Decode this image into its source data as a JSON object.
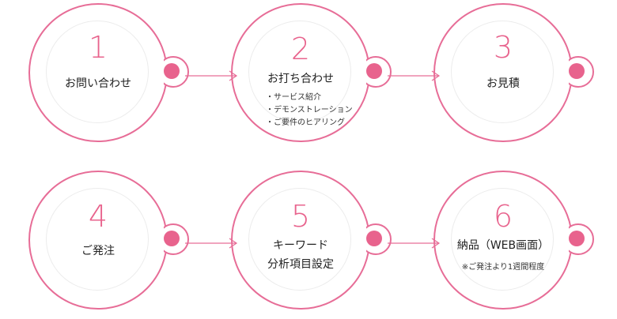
{
  "colors": {
    "accent": "#e8638d",
    "ring": "#e76d97",
    "inner_ring": "#ececec",
    "text": "#222222"
  },
  "steps": [
    {
      "number": "1",
      "title": "お問い合わせ"
    },
    {
      "number": "2",
      "title": "お打ち合わせ",
      "bullets": [
        "サービス紹介",
        "デモンストレーション",
        "ご要件のヒアリング"
      ]
    },
    {
      "number": "3",
      "title": "お見積"
    },
    {
      "number": "4",
      "title": "ご発注"
    },
    {
      "number": "5",
      "title_lines": [
        "キーワード",
        "分析項目設定"
      ]
    },
    {
      "number": "6",
      "title": "納品（WEB画面）",
      "note": "※ご発注より1週間程度"
    }
  ]
}
